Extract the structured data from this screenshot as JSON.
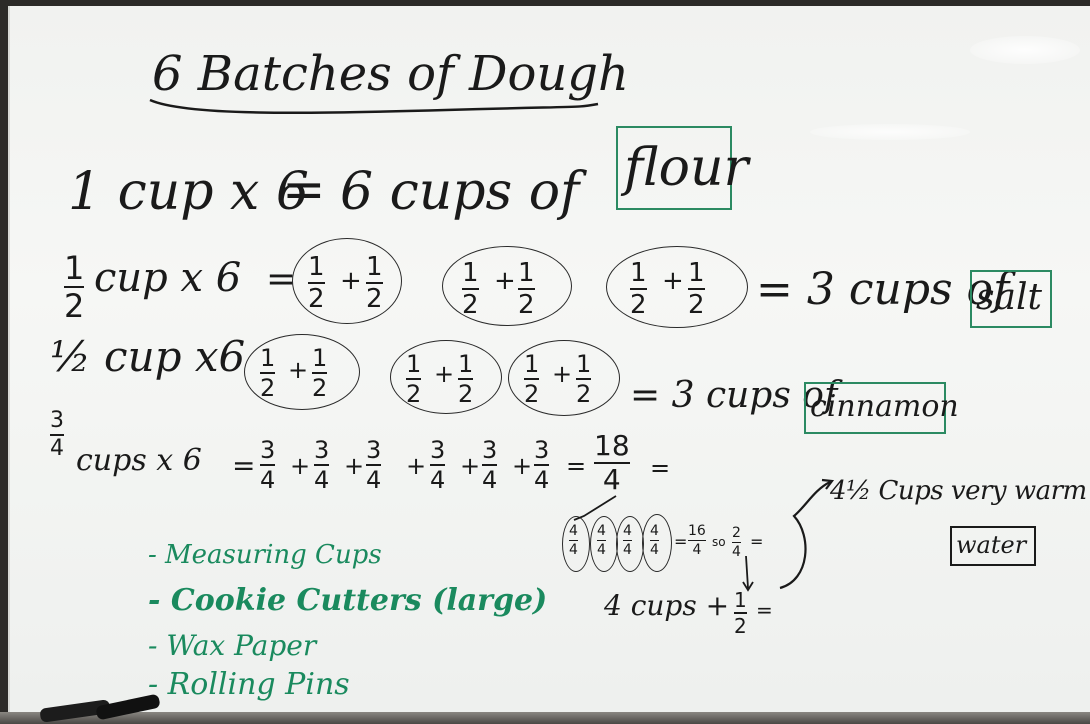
{
  "title": "6 Batches of Dough",
  "flour": {
    "lhs": "1 cup x 6",
    "eq": "=",
    "rhs": "6 cups of",
    "item": "flour"
  },
  "salt": {
    "lhs_frac": {
      "num": "1",
      "den": "2"
    },
    "lhs_text": "cup x 6",
    "eq": "=",
    "groups": [
      {
        "a": {
          "num": "1",
          "den": "2"
        },
        "b": {
          "num": "1",
          "den": "2"
        }
      },
      {
        "a": {
          "num": "1",
          "den": "2"
        },
        "b": {
          "num": "1",
          "den": "2"
        }
      },
      {
        "a": {
          "num": "1",
          "den": "2"
        },
        "b": {
          "num": "1",
          "den": "2"
        }
      }
    ],
    "plus": "+",
    "rhs": "= 3 cups of",
    "item": "salt"
  },
  "cinnamon": {
    "lhs": "½ cup x6",
    "eq": "=",
    "groups": [
      {
        "a": {
          "num": "1",
          "den": "2"
        },
        "b": {
          "num": "1",
          "den": "2"
        }
      },
      {
        "a": {
          "num": "1",
          "den": "2"
        },
        "b": {
          "num": "1",
          "den": "2"
        }
      },
      {
        "a": {
          "num": "1",
          "den": "2"
        },
        "b": {
          "num": "1",
          "den": "2"
        }
      }
    ],
    "plus": "+",
    "rhs": "= 3 cups of",
    "item": "cinnamon"
  },
  "water": {
    "lhs_frac": {
      "num": "3",
      "den": "4"
    },
    "lhs_text": "cups x 6",
    "eq": "=",
    "terms": [
      {
        "num": "3",
        "den": "4"
      },
      {
        "num": "3",
        "den": "4"
      },
      {
        "num": "3",
        "den": "4"
      },
      {
        "num": "3",
        "den": "4"
      },
      {
        "num": "3",
        "den": "4"
      },
      {
        "num": "3",
        "den": "4"
      }
    ],
    "plus": "+",
    "eq2": "=",
    "total": {
      "num": "18",
      "den": "4"
    },
    "eq3": "=",
    "circles": [
      {
        "num": "4",
        "den": "4"
      },
      {
        "num": "4",
        "den": "4"
      },
      {
        "num": "4",
        "den": "4"
      },
      {
        "num": "4",
        "den": "4"
      }
    ],
    "sum_eq": "=",
    "sum_frac": {
      "num": "16",
      "den": "4"
    },
    "so": "so",
    "rem_frac": {
      "num": "2",
      "den": "4"
    },
    "rem_eq": "=",
    "line2": "4 cups  +",
    "half": {
      "num": "1",
      "den": "2"
    },
    "half_eq": "=",
    "answer": "4½ Cups very warm",
    "item": "water"
  },
  "supplies": [
    "- Measuring Cups",
    "- Cookie Cutters (large)",
    "- Wax Paper",
    "- Rolling Pins"
  ],
  "colors": {
    "marker_black": "#1a1a1a",
    "marker_green": "#1a8a5e",
    "board": "#f3f4f2"
  }
}
